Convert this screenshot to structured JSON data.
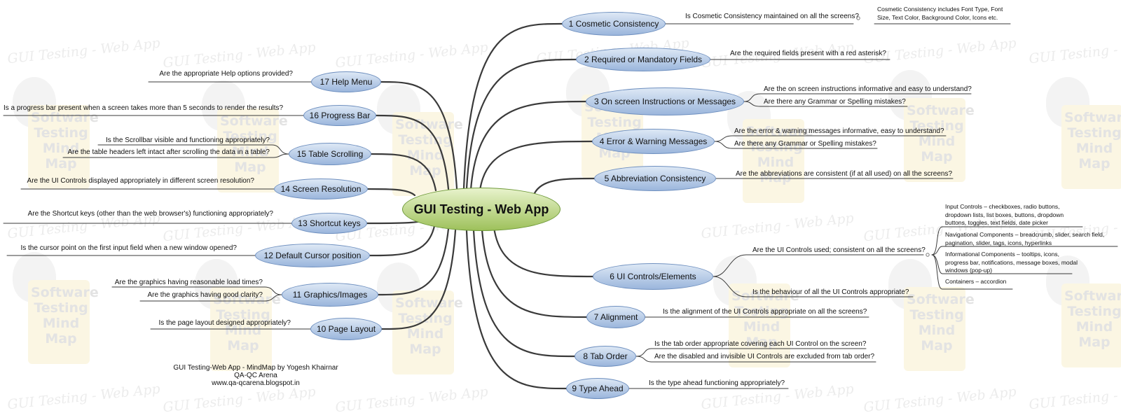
{
  "central_topic": "GUI Testing - Web App",
  "watermark": {
    "text": "GUI Testing - Web App",
    "logo_lines": [
      "Software",
      "Testing",
      "Mind",
      "Map"
    ]
  },
  "branches": {
    "b1": {
      "label": "1 Cosmetic Consistency",
      "question": "Is Cosmetic Consistency maintained on all the screens?",
      "note": "Cosmetic Consistency includes Font Type, Font Size, Text Color, Background Color, Icons etc."
    },
    "b2": {
      "label": "2 Required or Mandatory Fields",
      "question": "Are the required fields present with a red asterisk?"
    },
    "b3": {
      "label": "3 On screen Instructions or Messages",
      "questions": [
        "Are the on screen instructions informative and easy to understand?",
        "Are there any Grammar or Spelling mistakes?"
      ]
    },
    "b4": {
      "label": "4 Error & Warning Messages",
      "questions": [
        "Are the error & warning messages informative, easy to understand?",
        "Are there any Grammar or Spelling mistakes?"
      ]
    },
    "b5": {
      "label": "5 Abbreviation Consistency",
      "question": "Are the abbreviations are consistent (if at all used) on all the screens?"
    },
    "b6": {
      "label": "6 UI Controls/Elements",
      "questions": [
        "Are the UI Controls used; consistent on all the screens?",
        "Is the behaviour of all the UI Controls appropriate?"
      ],
      "details": [
        "Input Controls – checkboxes, radio buttons, dropdown lists, list boxes, buttons, dropdown buttons, toggles, text fields, date picker",
        "Navigational Components – breadcrumb, slider, search field, pagination, slider, tags, icons, hyperlinks",
        "Informational Components – tooltips, icons, progress bar, notifications, message boxes, modal windows (pop-up)",
        "Containers – accordion"
      ]
    },
    "b7": {
      "label": "7 Alignment",
      "question": "Is the alignment of the UI Controls appropriate on all the screens?"
    },
    "b8": {
      "label": "8 Tab Order",
      "questions": [
        "Is the tab order appropriate covering each UI Control on the screen?",
        "Are the disabled and invisible UI Controls are excluded from tab order?"
      ]
    },
    "b9": {
      "label": "9 Type Ahead",
      "question": "Is the type ahead functioning appropriately?"
    },
    "b10": {
      "label": "10 Page Layout",
      "question": "Is the page layout designed appropriately?"
    },
    "b11": {
      "label": "11 Graphics/Images",
      "questions": [
        "Are the graphics having reasonable load times?",
        "Are the graphics having good clarity?"
      ]
    },
    "b12": {
      "label": "12 Default Cursor position",
      "question": "Is the cursor point on the first input field when a new window opened?"
    },
    "b13": {
      "label": "13 Shortcut keys",
      "question": "Are the Shortcut keys (other than the web browser's) functioning appropriately?"
    },
    "b14": {
      "label": "14 Screen Resolution",
      "question": "Are the UI Controls displayed appropriately in different screen resolution?"
    },
    "b15": {
      "label": "15 Table Scrolling",
      "questions": [
        "Is the Scrollbar visible and functioning appropriately?",
        "Are the table headers left intact after scrolling the data in a table?"
      ]
    },
    "b16": {
      "label": "16 Progress Bar",
      "question": "Is a progress bar present when a screen takes more than 5 seconds to render the results?"
    },
    "b17": {
      "label": "17 Help Menu",
      "question": "Are the appropriate Help options provided?"
    }
  },
  "footer": {
    "line1": "GUI Testing-Web App - MindMap by Yogesh Khairnar",
    "line2": "QA-QC Arena",
    "line3": "www.qa-qcarena.blogspot.in"
  },
  "colors": {
    "node_fill_top": "#dde8f5",
    "node_fill_bottom": "#9bb6dc",
    "central_fill_top": "#e8f3cc",
    "central_fill_bottom": "#9ec15b",
    "connector": "#3a3a3a",
    "watermark": "#ececec"
  }
}
